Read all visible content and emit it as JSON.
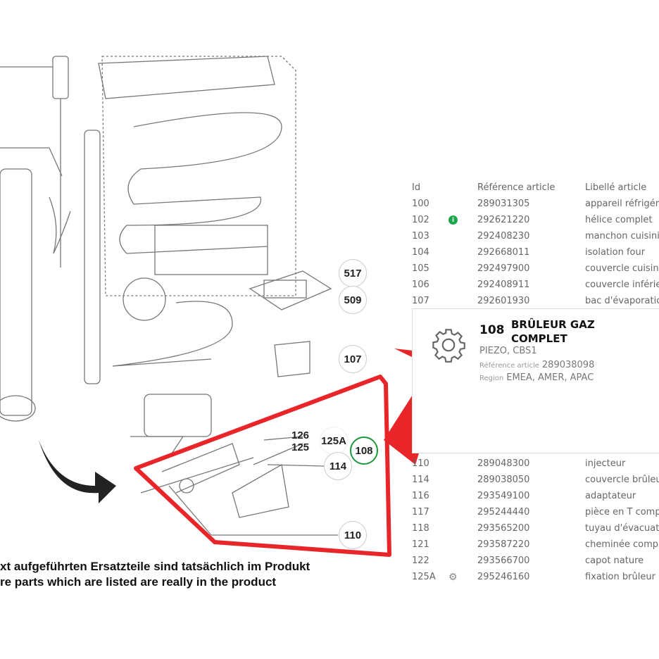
{
  "diagram": {
    "callouts": {
      "c517": "517",
      "c509": "509",
      "c107": "107",
      "c126": "126",
      "c125": "125",
      "c125a": "125A",
      "c108": "108",
      "c114": "114",
      "c110": "110"
    },
    "note_de": "xt aufgeführten Ersatzteile sind tatsächlich im Produkt",
    "note_en": "re parts which are listed are really in the product"
  },
  "table": {
    "headers": {
      "id": "Id",
      "ref": "Référence article",
      "lib": "Libellé article"
    },
    "rows_top": [
      {
        "id": "100",
        "ref": "289031305",
        "lib": "appareil réfrigérateur"
      },
      {
        "id": "102",
        "ref": "292621220",
        "lib": "hélice complet",
        "icon": "info"
      },
      {
        "id": "103",
        "ref": "292408230",
        "lib": "manchon cuisinière"
      },
      {
        "id": "104",
        "ref": "292668011",
        "lib": "isolation four"
      },
      {
        "id": "105",
        "ref": "292497900",
        "lib": "couvercle cuisinière"
      },
      {
        "id": "106",
        "ref": "292408911",
        "lib": "couvercle inférieur"
      },
      {
        "id": "107",
        "ref": "292601930",
        "lib": "bac d'évaporation"
      }
    ],
    "rows_bottom": [
      {
        "id": "110",
        "ref": "289048300",
        "lib": "injecteur"
      },
      {
        "id": "114",
        "ref": "289038050",
        "lib": "couvercle brûleur"
      },
      {
        "id": "116",
        "ref": "293549100",
        "lib": "adaptateur"
      },
      {
        "id": "117",
        "ref": "295244440",
        "lib": "pièce en T complet"
      },
      {
        "id": "118",
        "ref": "293565200",
        "lib": "tuyau d'évacuation"
      },
      {
        "id": "121",
        "ref": "293587220",
        "lib": "cheminée complet"
      },
      {
        "id": "122",
        "ref": "293566700",
        "lib": "capot nature"
      },
      {
        "id": "125A",
        "ref": "295246160",
        "lib": "fixation brûleur",
        "icon": "gears"
      }
    ]
  },
  "detail": {
    "id": "108",
    "title": "BRÛLEUR GAZ COMPLET",
    "subtitle": "PIEZO, CBS1",
    "ref_label": "Référence article",
    "ref": "289038098",
    "region_label": "Region",
    "region": "EMEA, AMER, APAC"
  },
  "colors": {
    "highlight": "#e8262a",
    "selected": "#1a9a3a",
    "info": "#1aa64a"
  }
}
